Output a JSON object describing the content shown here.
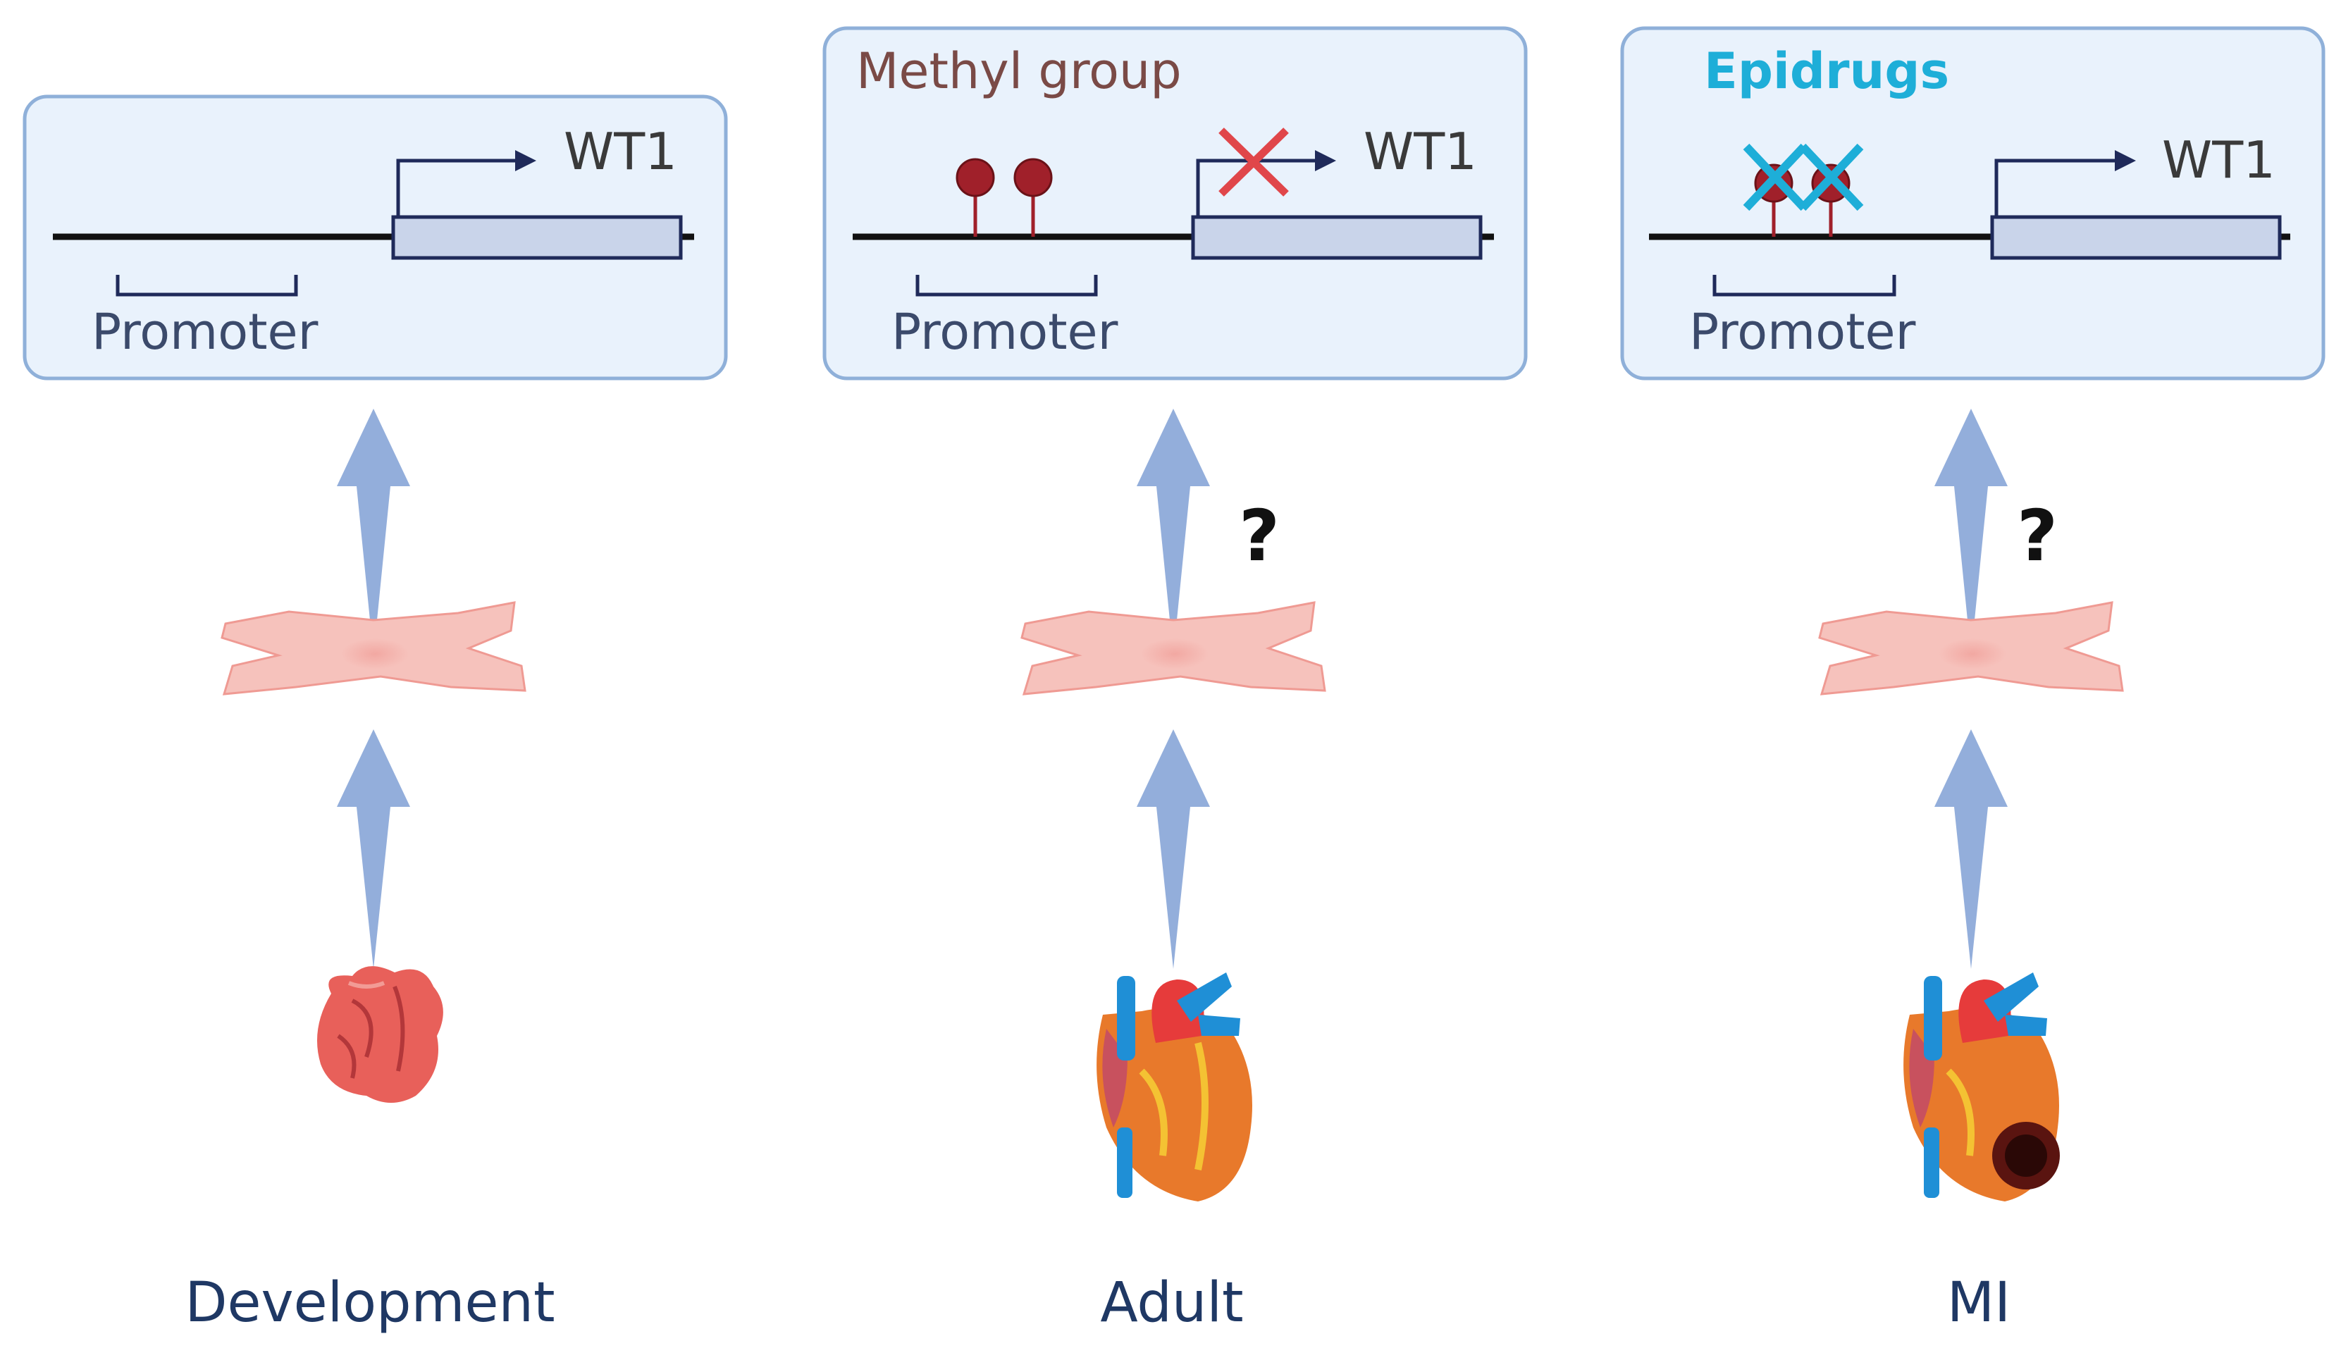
{
  "colors": {
    "panel_fill": "#e9f2fc",
    "panel_stroke": "#8fb0d9",
    "gene_box": "#c9d4ea",
    "arrow_blue": "#93aedb",
    "methyl_red": "#a0202a",
    "cross_red": "#e0464a",
    "epidrug_cyan": "#1eaed8",
    "label_navy": "#1f3864"
  },
  "panels": [
    {
      "gene": "WT1",
      "promoter_label": "Promoter",
      "stage_label": "Development",
      "organ_icon": "embryonic-heart-icon"
    },
    {
      "note": "Methyl group",
      "gene": "WT1",
      "promoter_label": "Promoter",
      "question": "?",
      "stage_label": "Adult",
      "organ_icon": "adult-heart-icon"
    },
    {
      "note": "Epidrugs",
      "gene": "WT1",
      "promoter_label": "Promoter",
      "question": "?",
      "stage_label": "MI",
      "organ_icon": "infarcted-heart-icon"
    }
  ]
}
